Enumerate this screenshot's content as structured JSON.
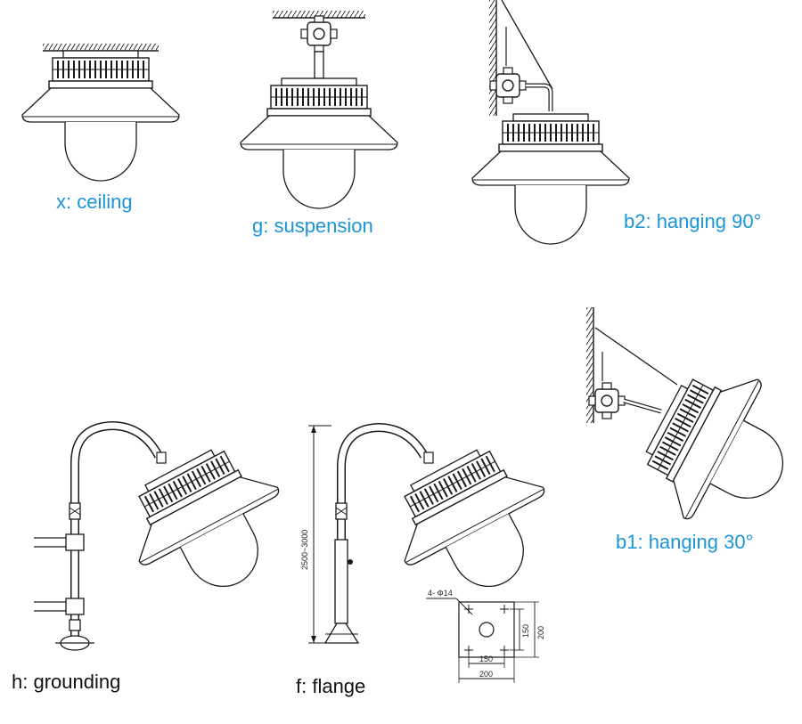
{
  "colors": {
    "caption": "#1a96d8",
    "line": "#1a1a1a",
    "black_caption": "#111111"
  },
  "mounts": [
    {
      "id": "x",
      "caption": "x: ceiling"
    },
    {
      "id": "g",
      "caption": "g: suspension"
    },
    {
      "id": "b2",
      "caption": "b2: hanging 90°"
    },
    {
      "id": "b1",
      "caption": "b1: hanging 30°"
    },
    {
      "id": "h",
      "caption": "h: grounding"
    },
    {
      "id": "f",
      "caption": "f: flange"
    }
  ],
  "flange_dims": {
    "height": "2500~3000",
    "holes": "4- Φ14",
    "inner_h": "150",
    "outer_h": "200",
    "inner_w": "150",
    "outer_w": "200"
  }
}
